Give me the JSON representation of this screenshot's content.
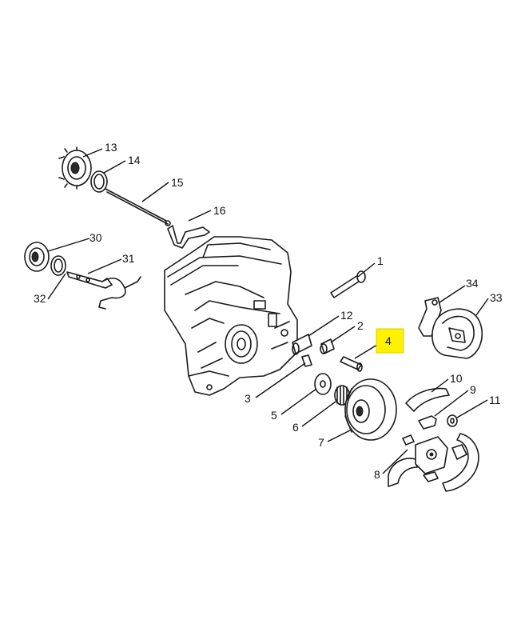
{
  "callouts": [
    {
      "id": "13",
      "label": "13"
    },
    {
      "id": "14",
      "label": "14"
    },
    {
      "id": "15",
      "label": "15"
    },
    {
      "id": "16",
      "label": "16"
    },
    {
      "id": "30",
      "label": "30"
    },
    {
      "id": "31",
      "label": "31"
    },
    {
      "id": "32",
      "label": "32"
    },
    {
      "id": "1",
      "label": "1"
    },
    {
      "id": "34",
      "label": "34"
    },
    {
      "id": "33",
      "label": "33"
    },
    {
      "id": "12",
      "label": "12"
    },
    {
      "id": "2",
      "label": "2"
    },
    {
      "id": "4",
      "label": "4",
      "highlighted": true
    },
    {
      "id": "3",
      "label": "3"
    },
    {
      "id": "10",
      "label": "10"
    },
    {
      "id": "9",
      "label": "9"
    },
    {
      "id": "11",
      "label": "11"
    },
    {
      "id": "5",
      "label": "5"
    },
    {
      "id": "6",
      "label": "6"
    },
    {
      "id": "7",
      "label": "7"
    },
    {
      "id": "8",
      "label": "8"
    }
  ],
  "highlight_color": "#fff200"
}
